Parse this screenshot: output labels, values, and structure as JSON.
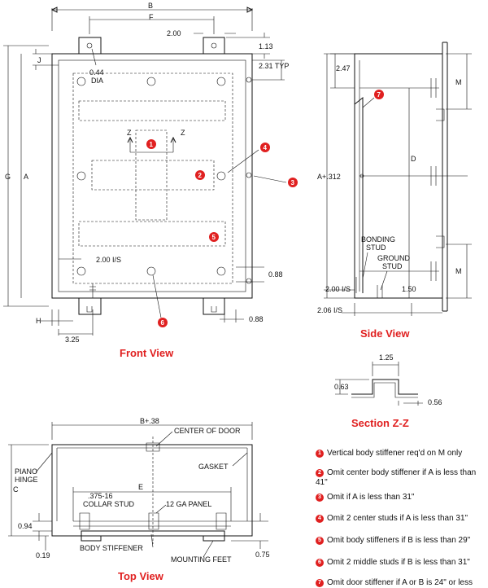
{
  "front": {
    "caption": "Front View",
    "dims": {
      "B": "B",
      "F": "F",
      "d200": "2.00",
      "d113": "1.13",
      "J": "J",
      "d044": "0.44",
      "dia": "DIA",
      "d231": "2.31 TYP",
      "G": "G",
      "A": "A",
      "d200is": "2.00 I/S",
      "d088a": "0.88",
      "H": "H",
      "d325": "3.25",
      "d088b": "0.88",
      "Z": "Z"
    }
  },
  "side": {
    "caption": "Side View",
    "dims": {
      "d247": "2.47",
      "M": "M",
      "D": "D",
      "A312": "A+.312",
      "bonding1": "BONDING",
      "bonding2": "STUD",
      "ground1": "GROUND",
      "ground2": "STUD",
      "d200is": "2.00 I/S",
      "d150": "1.50",
      "d206is": "2.06 I/S"
    }
  },
  "section": {
    "caption": "Section Z-Z",
    "dims": {
      "d125": "1.25",
      "d063": "0.63",
      "d056": "0.56"
    }
  },
  "top": {
    "caption": "Top View",
    "labels": {
      "Bp38": "B+.38",
      "center": "CENTER OF DOOR",
      "piano1": "PIANO",
      "piano2": "HINGE",
      "gasket": "GASKET",
      "C": "C",
      "E": "E",
      "collar1": ".375-16",
      "collar2": "COLLAR STUD",
      "panel": "12 GA PANEL",
      "d094": "0.94",
      "d019": "0.19",
      "stiffener": "BODY STIFFENER",
      "feet": "MOUNTING FEET",
      "d075": "0.75"
    }
  },
  "callouts": [
    "1",
    "2",
    "3",
    "4",
    "5",
    "6",
    "7"
  ],
  "notes": [
    {
      "num": "1",
      "text": "Vertical body stiffener req'd on M only"
    },
    {
      "num": "2",
      "text": "Omit  center body stiffener if A is less than 41\""
    },
    {
      "num": "3",
      "text": "Omit if A is less than 31\""
    },
    {
      "num": "4",
      "text": "Omit 2 center studs if A is less than 31\""
    },
    {
      "num": "5",
      "text": "Omit body stiffeners if B is less than 29\""
    },
    {
      "num": "6",
      "text": "Omit 2 middle studs if B is less than 31\""
    },
    {
      "num": "7",
      "text": "Omit door stiffener if A or B is 24\" or less"
    }
  ],
  "colors": {
    "accent": "#e02020",
    "line": "#111111"
  }
}
